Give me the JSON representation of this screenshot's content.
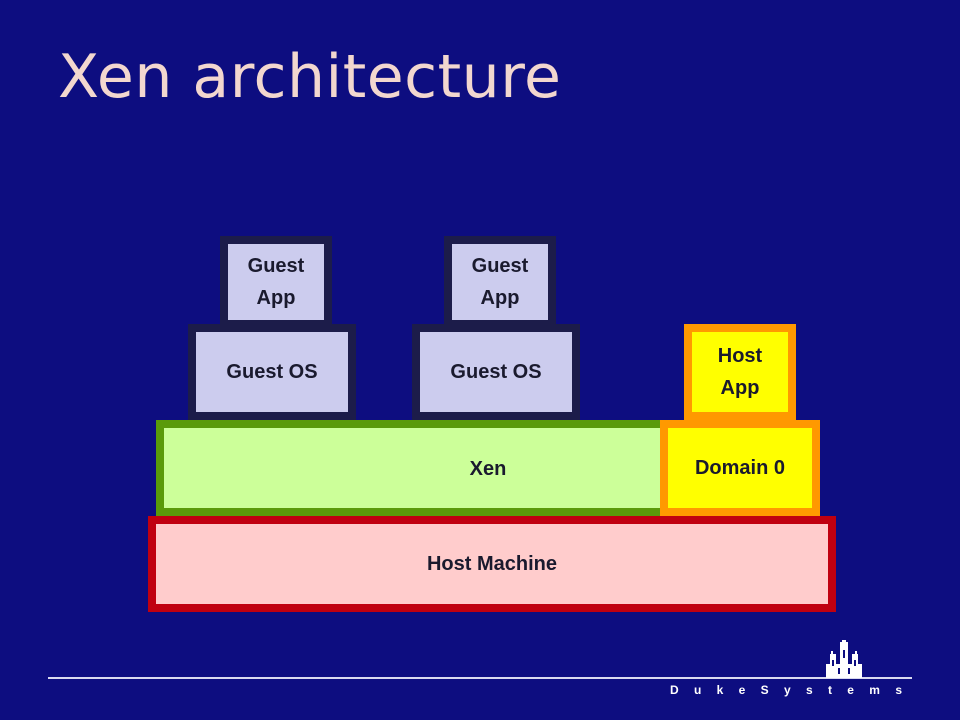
{
  "title": "Xen architecture",
  "diagram": {
    "guest1_app": "Guest App",
    "guest1_os": "Guest OS",
    "guest2_app": "Guest App",
    "guest2_os": "Guest OS",
    "host_app": "Host App",
    "xen": "Xen",
    "domain0": "Domain 0",
    "host_machine": "Host Machine"
  },
  "footer": {
    "brand": "D u k e  S y s t e m s",
    "logo_icon": "chapel-icon"
  },
  "colors": {
    "background": "#0d0d80",
    "guest_fill": "#ccccee",
    "xen_fill": "#ccff99",
    "host_machine_fill": "#ffcccc",
    "domain0_fill": "#ffff00"
  }
}
